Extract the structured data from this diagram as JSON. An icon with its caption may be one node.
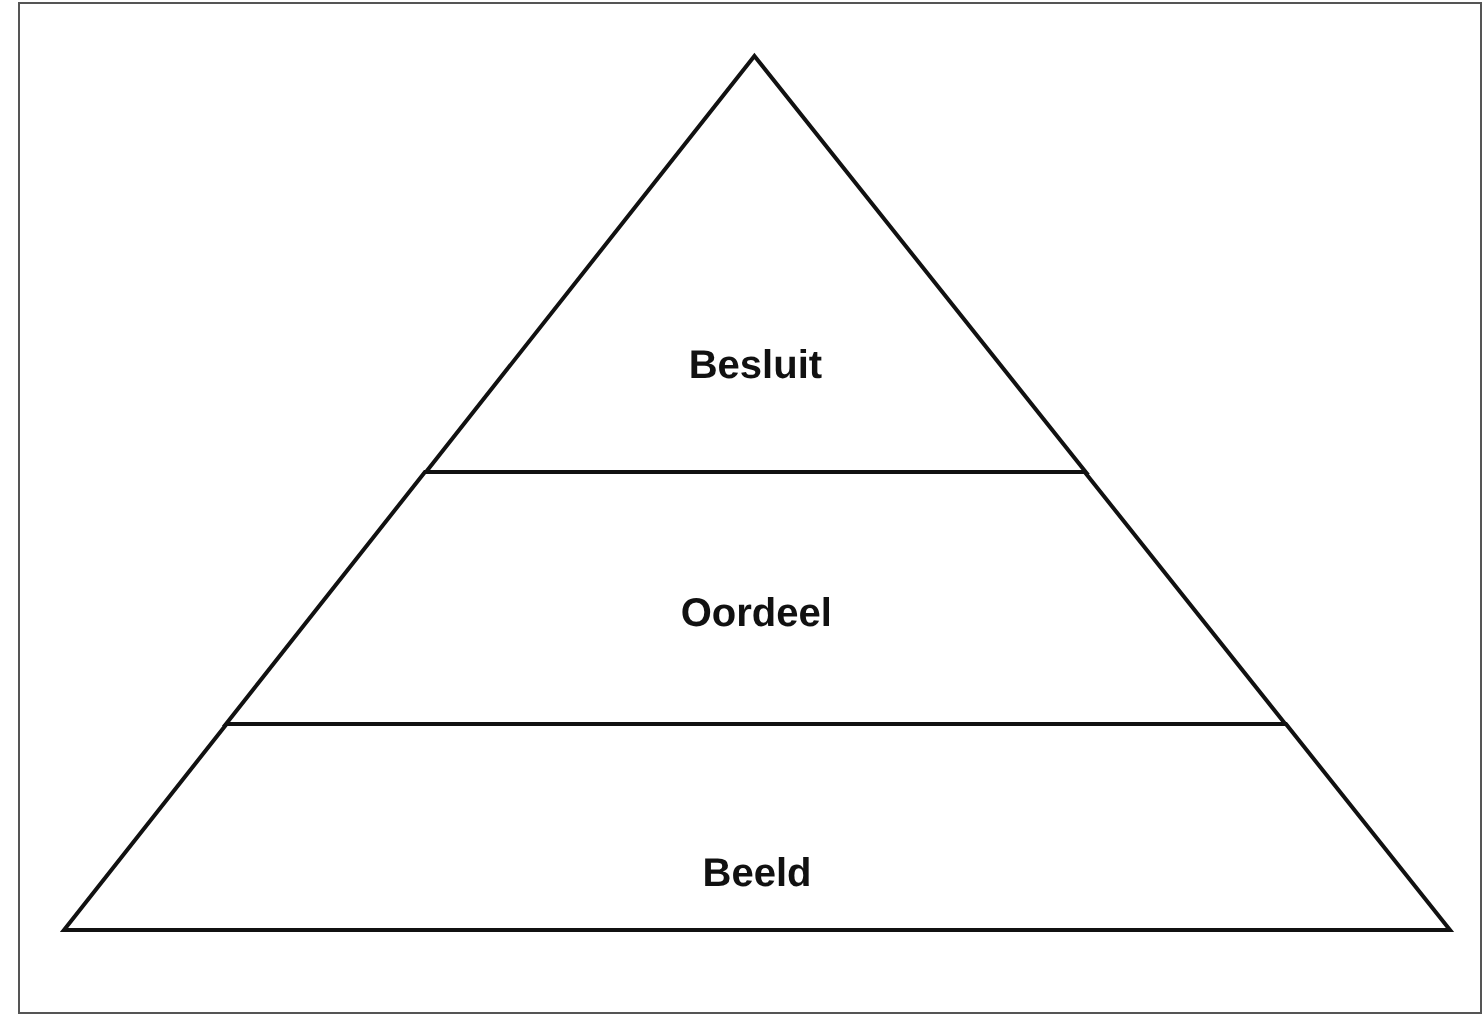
{
  "diagram": {
    "nodes": [
      {
        "text": [
          "Besluit"
        ]
      },
      {
        "text": [
          "Oordeel"
        ]
      },
      {
        "text": [
          "Beeld"
        ]
      }
    ]
  }
}
